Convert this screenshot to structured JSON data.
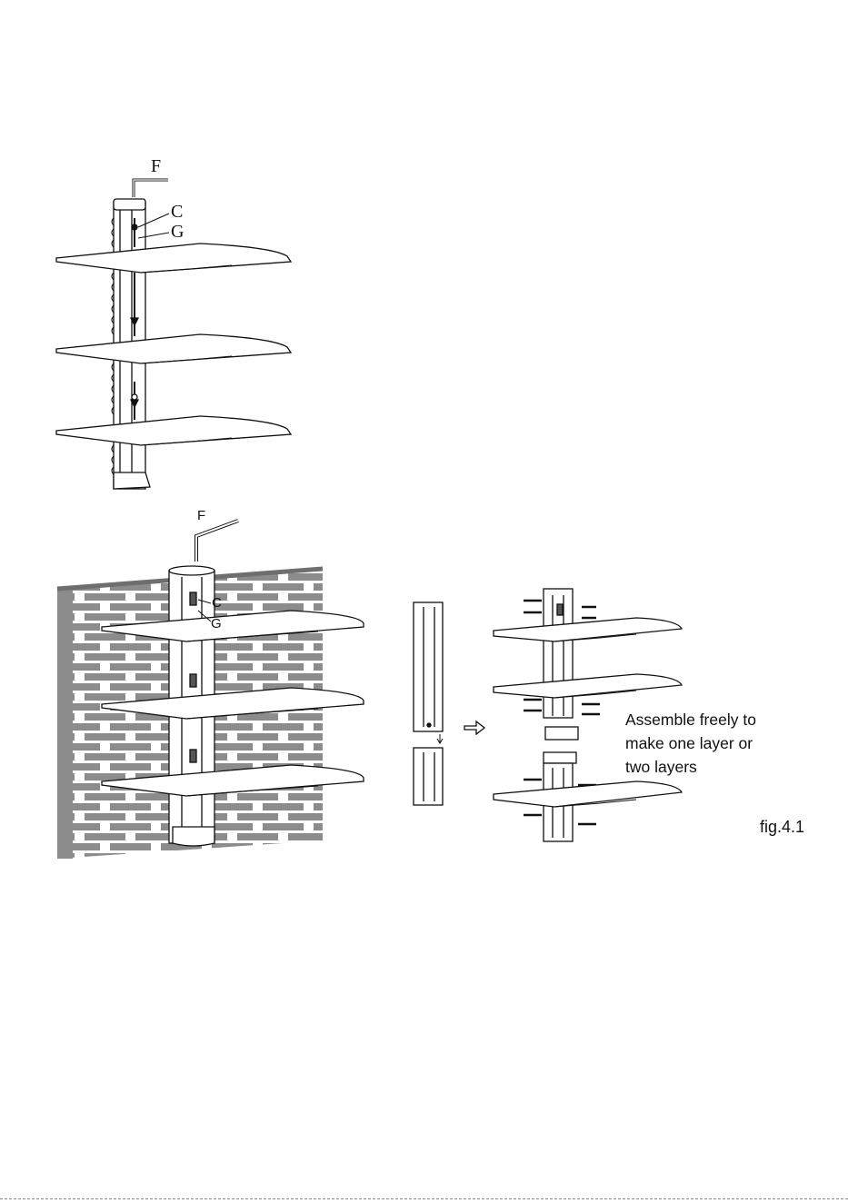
{
  "top_diagram": {
    "label_f": "F",
    "label_c": "C",
    "label_g": "G"
  },
  "wall_diagram": {
    "label_f": "F",
    "label_c": "C",
    "label_g": "G"
  },
  "right_diagram": {
    "callout": "Assemble freely to\nmake one layer or\ntwo layers"
  },
  "figure_label": "fig.4.1",
  "colors": {
    "line": "#111111",
    "brick": "#8c8c8c",
    "brick_dark": "#6e6e6e",
    "background": "#ffffff"
  }
}
